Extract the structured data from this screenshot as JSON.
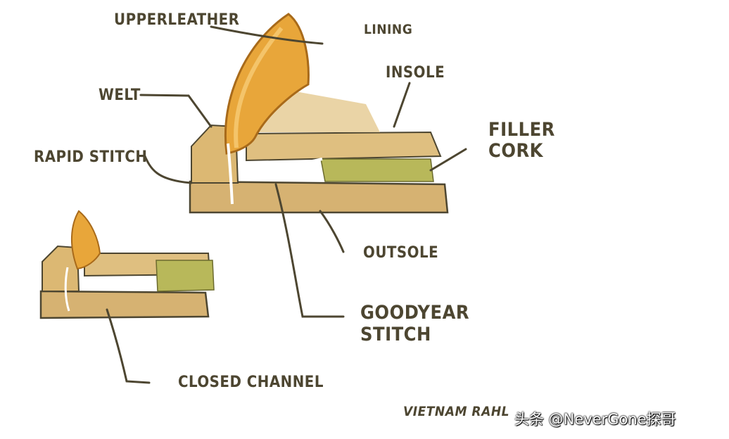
{
  "labels": {
    "upper_leather": "UPPERLEATHER",
    "lining": "LINING",
    "insole": "INSOLE",
    "welt": "WELT",
    "filler_cork": "FILLER CORK",
    "rapid_stitch": "RAPID STITCH",
    "outsole": "OUTSOLE",
    "goodyear_stitch": "GOODYEAR STITCH",
    "closed_channel": "CLOSED CHANNEL"
  },
  "credit": "VIETNAM RAHL",
  "watermark": "头条 @NeverGone探哥",
  "colors": {
    "ink": "#4d4631",
    "leather": "#e8a63a",
    "leather_dark": "#a86a1a",
    "sole": "#d6b272",
    "sole_light": "#e2c48a",
    "cork": "#b8b85a",
    "stitch": "#ffffff"
  }
}
